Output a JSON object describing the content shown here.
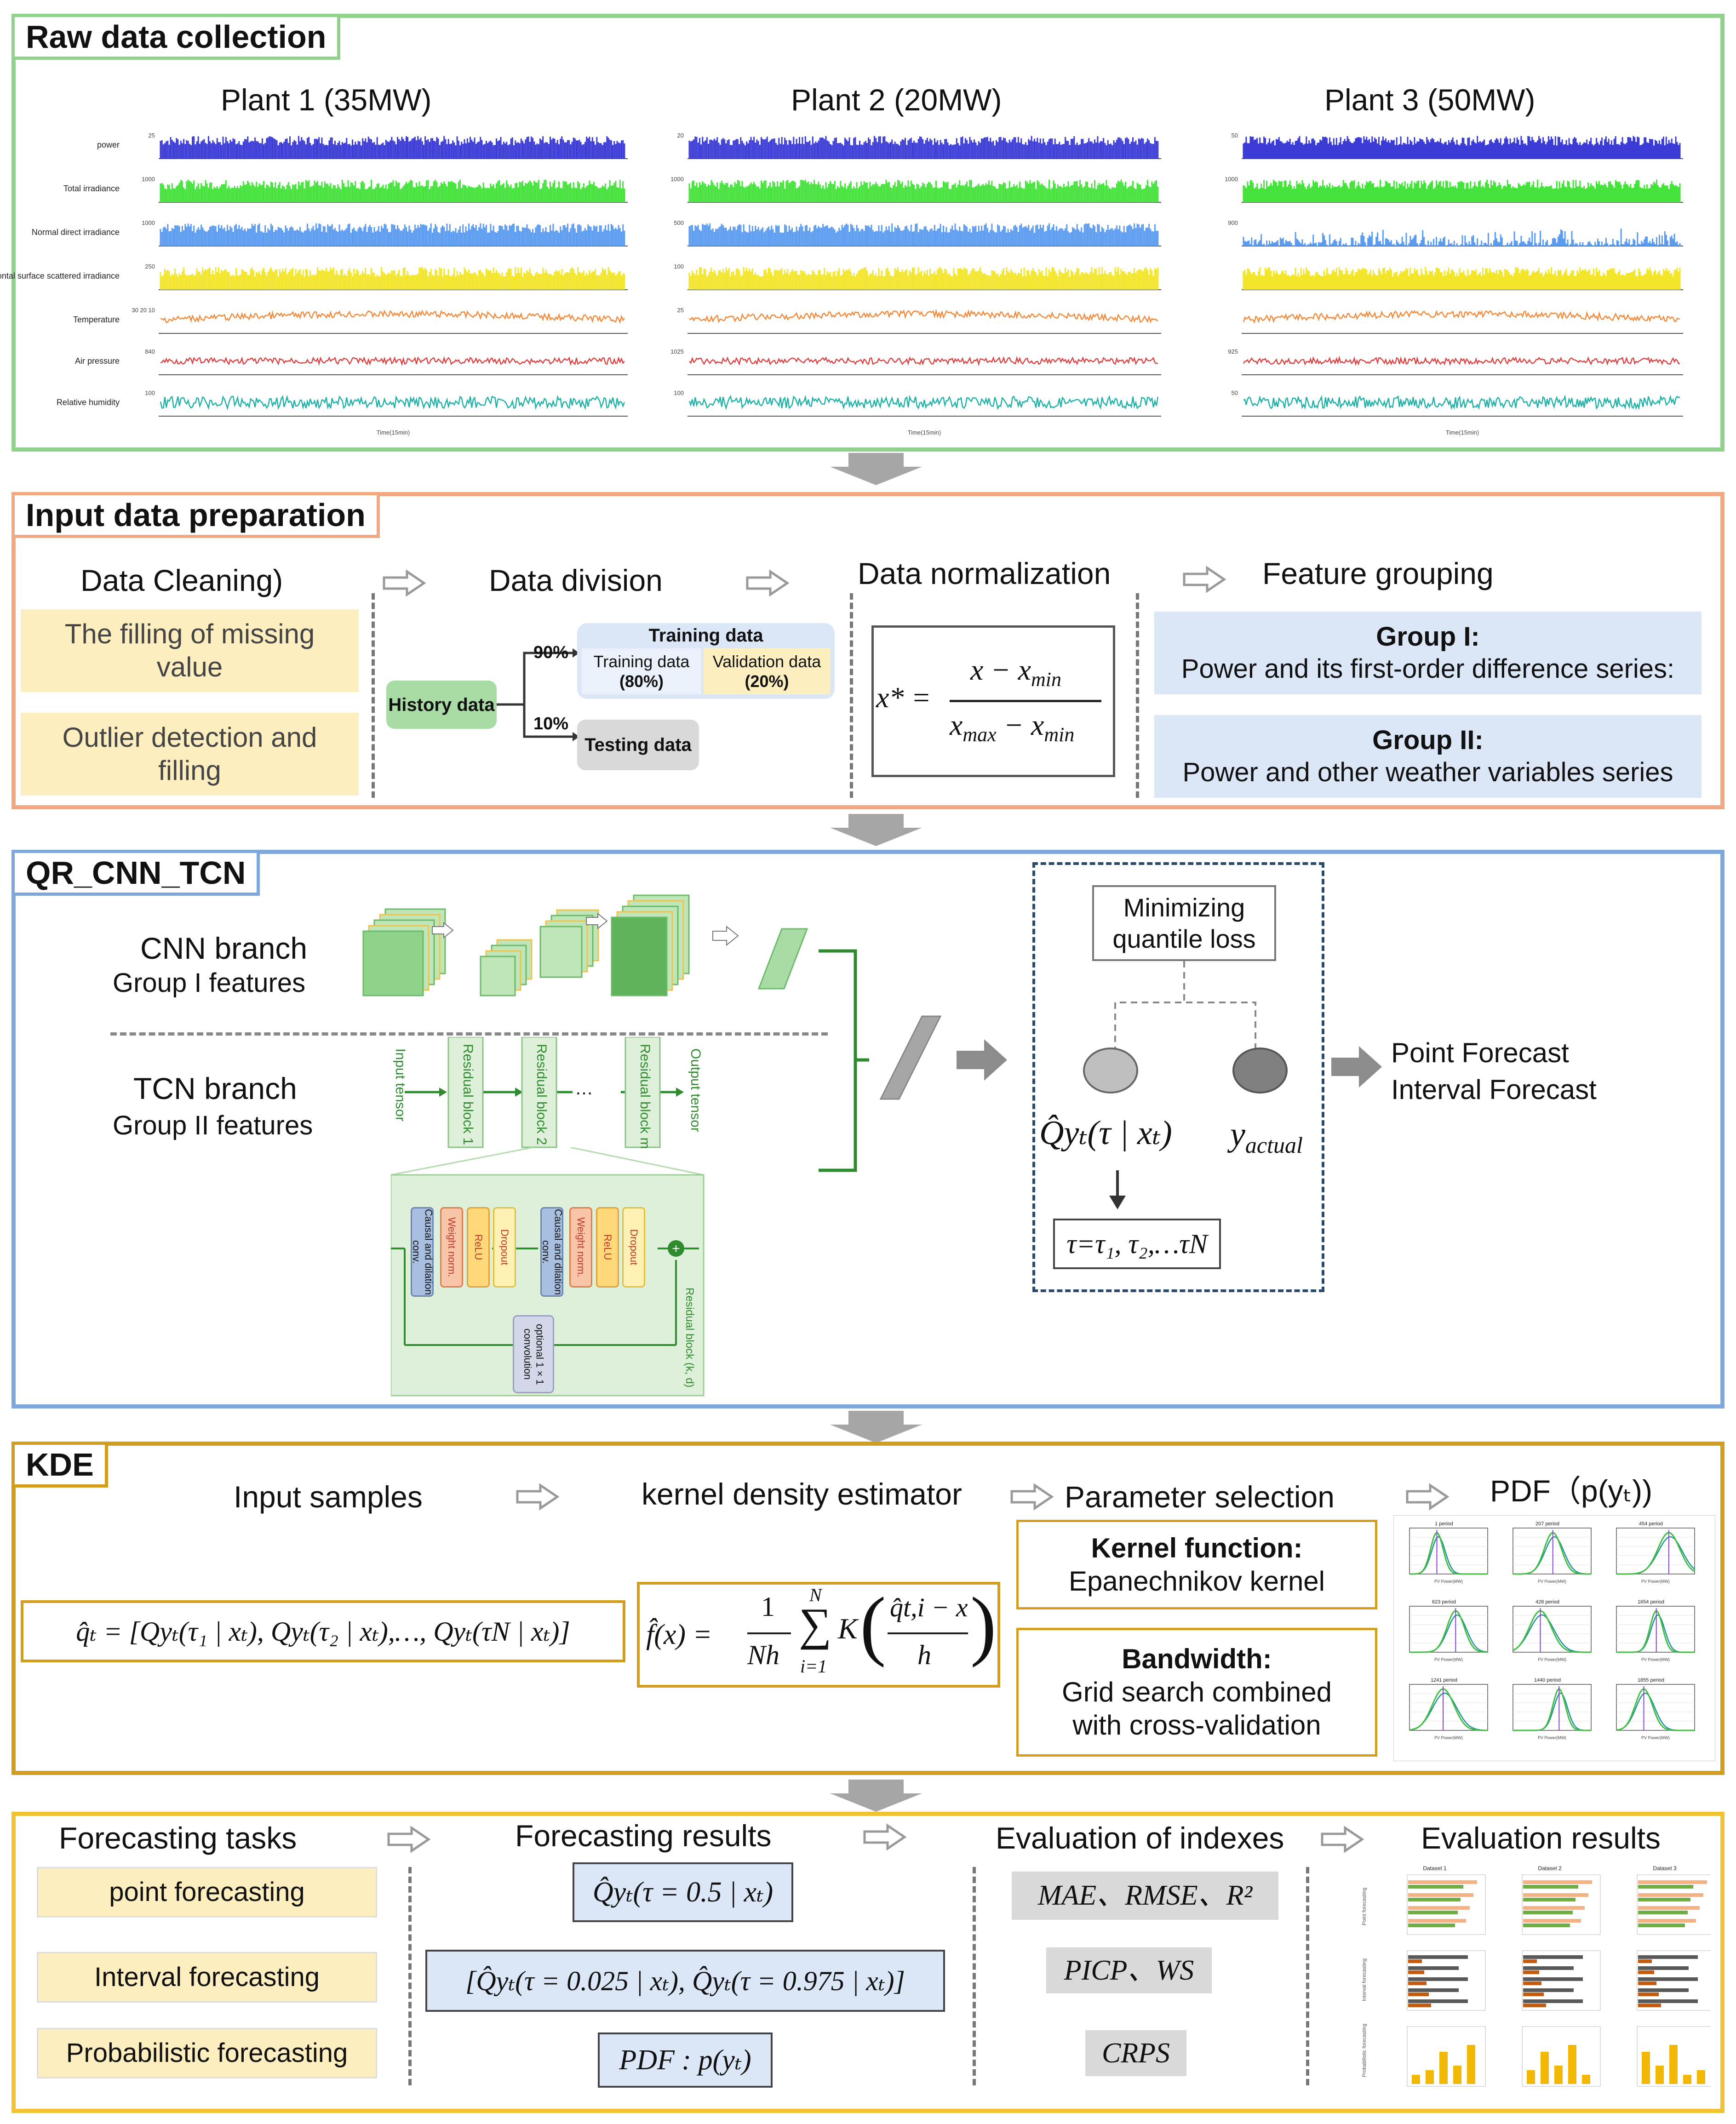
{
  "colors": {
    "raw": "#8fd28a",
    "prep": "#f2a982",
    "qr": "#7ea7dc",
    "kde": "#d39e1f",
    "eval": "#f1c232",
    "yellowBox": "#fdeec0",
    "blueBox": "#dbe7f7",
    "green": "#6dbb6a",
    "arrow": "#a6a6a6"
  },
  "raw": {
    "title": "Raw data collection",
    "plants": [
      "Plant 1 (35MW)",
      "Plant 2 (20MW)",
      "Plant 3 (50MW)"
    ],
    "p1_labels": [
      "power",
      "Total irradiance",
      "Normal direct irradiance",
      "Horizontal surface scattered irradiance",
      "Temperature",
      "Air pressure",
      "Relative humidity"
    ],
    "p1_yticks": [
      "25",
      "1000",
      "1000",
      "250",
      "30 20 10",
      "840",
      "100"
    ],
    "p2_yticks": [
      "20",
      "1000",
      "500",
      "100",
      "25",
      "1025",
      "100"
    ],
    "p3_yticks": [
      "50",
      "1000",
      "900",
      "",
      "",
      "925",
      "50"
    ],
    "time_label": "Time(15min)"
  },
  "prep": {
    "title": "Input data preparation",
    "cleaning": {
      "title": "Data Cleaning)",
      "items": [
        "The filling of missing value",
        "Outlier detection and filling"
      ]
    },
    "division": {
      "title": "Data division",
      "history": "History data",
      "p90": "90%",
      "p10": "10%",
      "training_title": "Training data",
      "training_sub": "Training data",
      "training_pct": "(80%)",
      "valid_sub": "Validation data",
      "valid_pct": "(20%)",
      "testing": "Testing data"
    },
    "normalization": {
      "title": "Data normalization",
      "formula_lhs": "x* =",
      "num": "x − x",
      "num_sub": "min",
      "den": "x",
      "den_sub1": "max",
      "den_mid": " − x",
      "den_sub2": "min"
    },
    "grouping": {
      "title": "Feature grouping",
      "g1_title": "Group I:",
      "g1_text": "Power and its first-order difference series:",
      "g2_title": "Group II:",
      "g2_text": "Power and other weather variables series"
    }
  },
  "qr": {
    "title": "QR_CNN_TCN",
    "cnn": "CNN branch",
    "cnn_sub": "Group I features",
    "tcn": "TCN branch",
    "tcn_sub": "Group II features",
    "tcn_blocks": [
      "Input tensor",
      "Residual block 1",
      "Residual block 2",
      "…",
      "Residual block m",
      "Output tensor"
    ],
    "res_blocks": [
      "Causal and dilation conv.",
      "Weight norm.",
      "ReLU",
      "Dropout"
    ],
    "res_label": "Residual block (k, d)",
    "optional": "optional 1×1 convolution",
    "loss": "Minimizing quantile loss",
    "qhat": "Q̂yₜ(τ | xₜ)",
    "yactual": "y",
    "yactual_sub": "actual",
    "tau": "τ=τ₁, τ₂,…τN",
    "out1": "Point Forecast",
    "out2": "Interval Forecast"
  },
  "kde": {
    "title": "KDE",
    "input": "Input samples",
    "estimator": "kernel density estimator",
    "param": "Parameter selection",
    "pdf": "PDF（p(yₜ))",
    "qhat_formula": "q̂ₜ = [Qyₜ(τ₁ | xₜ), Qyₜ(τ₂ | xₜ),…, Qyₜ(τN | xₜ)]",
    "f_formula_lhs": "f̂(x) =",
    "f_frac": "1",
    "f_den": "Nh",
    "f_sum": "∑",
    "f_sum_top": "N",
    "f_sum_bot": "i=1",
    "f_K": "K",
    "f_inner_num": "q̂t,i − x",
    "f_inner_den": "h",
    "kernel_title": "Kernel function:",
    "kernel_text": "Epanechnikov kernel",
    "bw_title": "Bandwidth:",
    "bw_text1": "Grid search combined",
    "bw_text2": "with cross-validation",
    "mini_titles": [
      "1 period",
      "207 period",
      "454 period",
      "623 period",
      "428 period",
      "1654 period",
      "1241 period",
      "1440 period",
      "1855 period"
    ],
    "mini_xlabel": "PV Power(MW)"
  },
  "eval": {
    "tasks_title": "Forecasting tasks",
    "tasks": [
      "point forecasting",
      "Interval forecasting",
      "Probabilistic forecasting"
    ],
    "results_title": "Forecasting results",
    "r1": "Q̂yₜ(τ = 0.5 | xₜ)",
    "r2": "[Q̂yₜ(τ = 0.025 | xₜ), Q̂yₜ(τ = 0.975 | xₜ)]",
    "r3": "PDF : p(yₜ)",
    "idx_title": "Evaluation of indexes",
    "idx": [
      "MAE、RMSE、R²",
      "PICP、WS",
      "CRPS"
    ],
    "res_title": "Evaluation results",
    "mini_datasets": [
      "Dataset 1",
      "Dataset 2",
      "Dataset 3"
    ],
    "mini_rows": [
      "Point forecasting",
      "Interval forecasting",
      "Probabilistic forecasting"
    ]
  }
}
